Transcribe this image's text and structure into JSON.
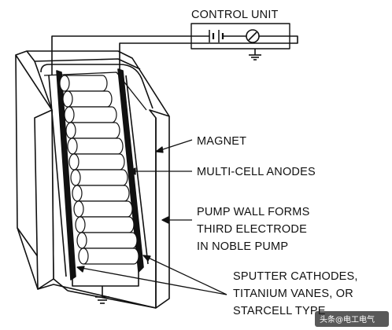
{
  "labels": {
    "control_unit": "CONTROL UNIT",
    "magnet": "MAGNET",
    "anodes": "MULTI-CELL ANODES",
    "pump_wall": [
      "PUMP WALL FORMS",
      "THIRD  ELECTRODE",
      "IN NOBLE PUMP"
    ],
    "cathodes": [
      "SPUTTER CATHODES,",
      "TITANIUM VANES, OR",
      "STARCELL TYPE"
    ]
  },
  "watermark": "头条@电工电气",
  "colors": {
    "line": "#111111",
    "background": "#ffffff",
    "watermark_bg": "#222222"
  }
}
